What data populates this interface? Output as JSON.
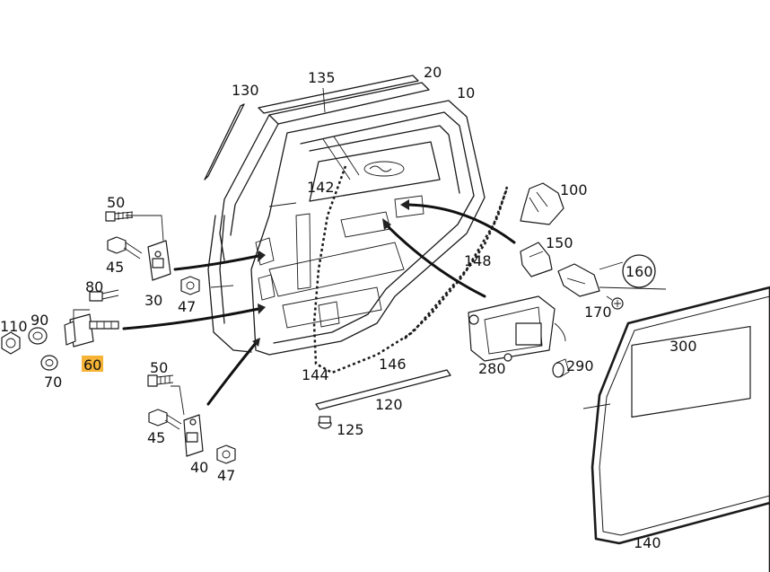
{
  "labels": {
    "p10": "10",
    "p20": "20",
    "p30": "30",
    "p40": "40",
    "p45a": "45",
    "p45b": "45",
    "p47a": "47",
    "p47b": "47",
    "p50a": "50",
    "p50b": "50",
    "p60": "60",
    "p70": "70",
    "p80": "80",
    "p90": "90",
    "p100": "100",
    "p110": "110",
    "p120": "120",
    "p125": "125",
    "p130": "130",
    "p135": "135",
    "p140": "140",
    "p142": "142",
    "p144": "144",
    "p146": "146",
    "p148": "148",
    "p150": "150",
    "p160": "160",
    "p170": "170",
    "p280": "280",
    "p290": "290",
    "p300": "300"
  },
  "highlight": {
    "label": "60",
    "color": "#f6b335"
  }
}
